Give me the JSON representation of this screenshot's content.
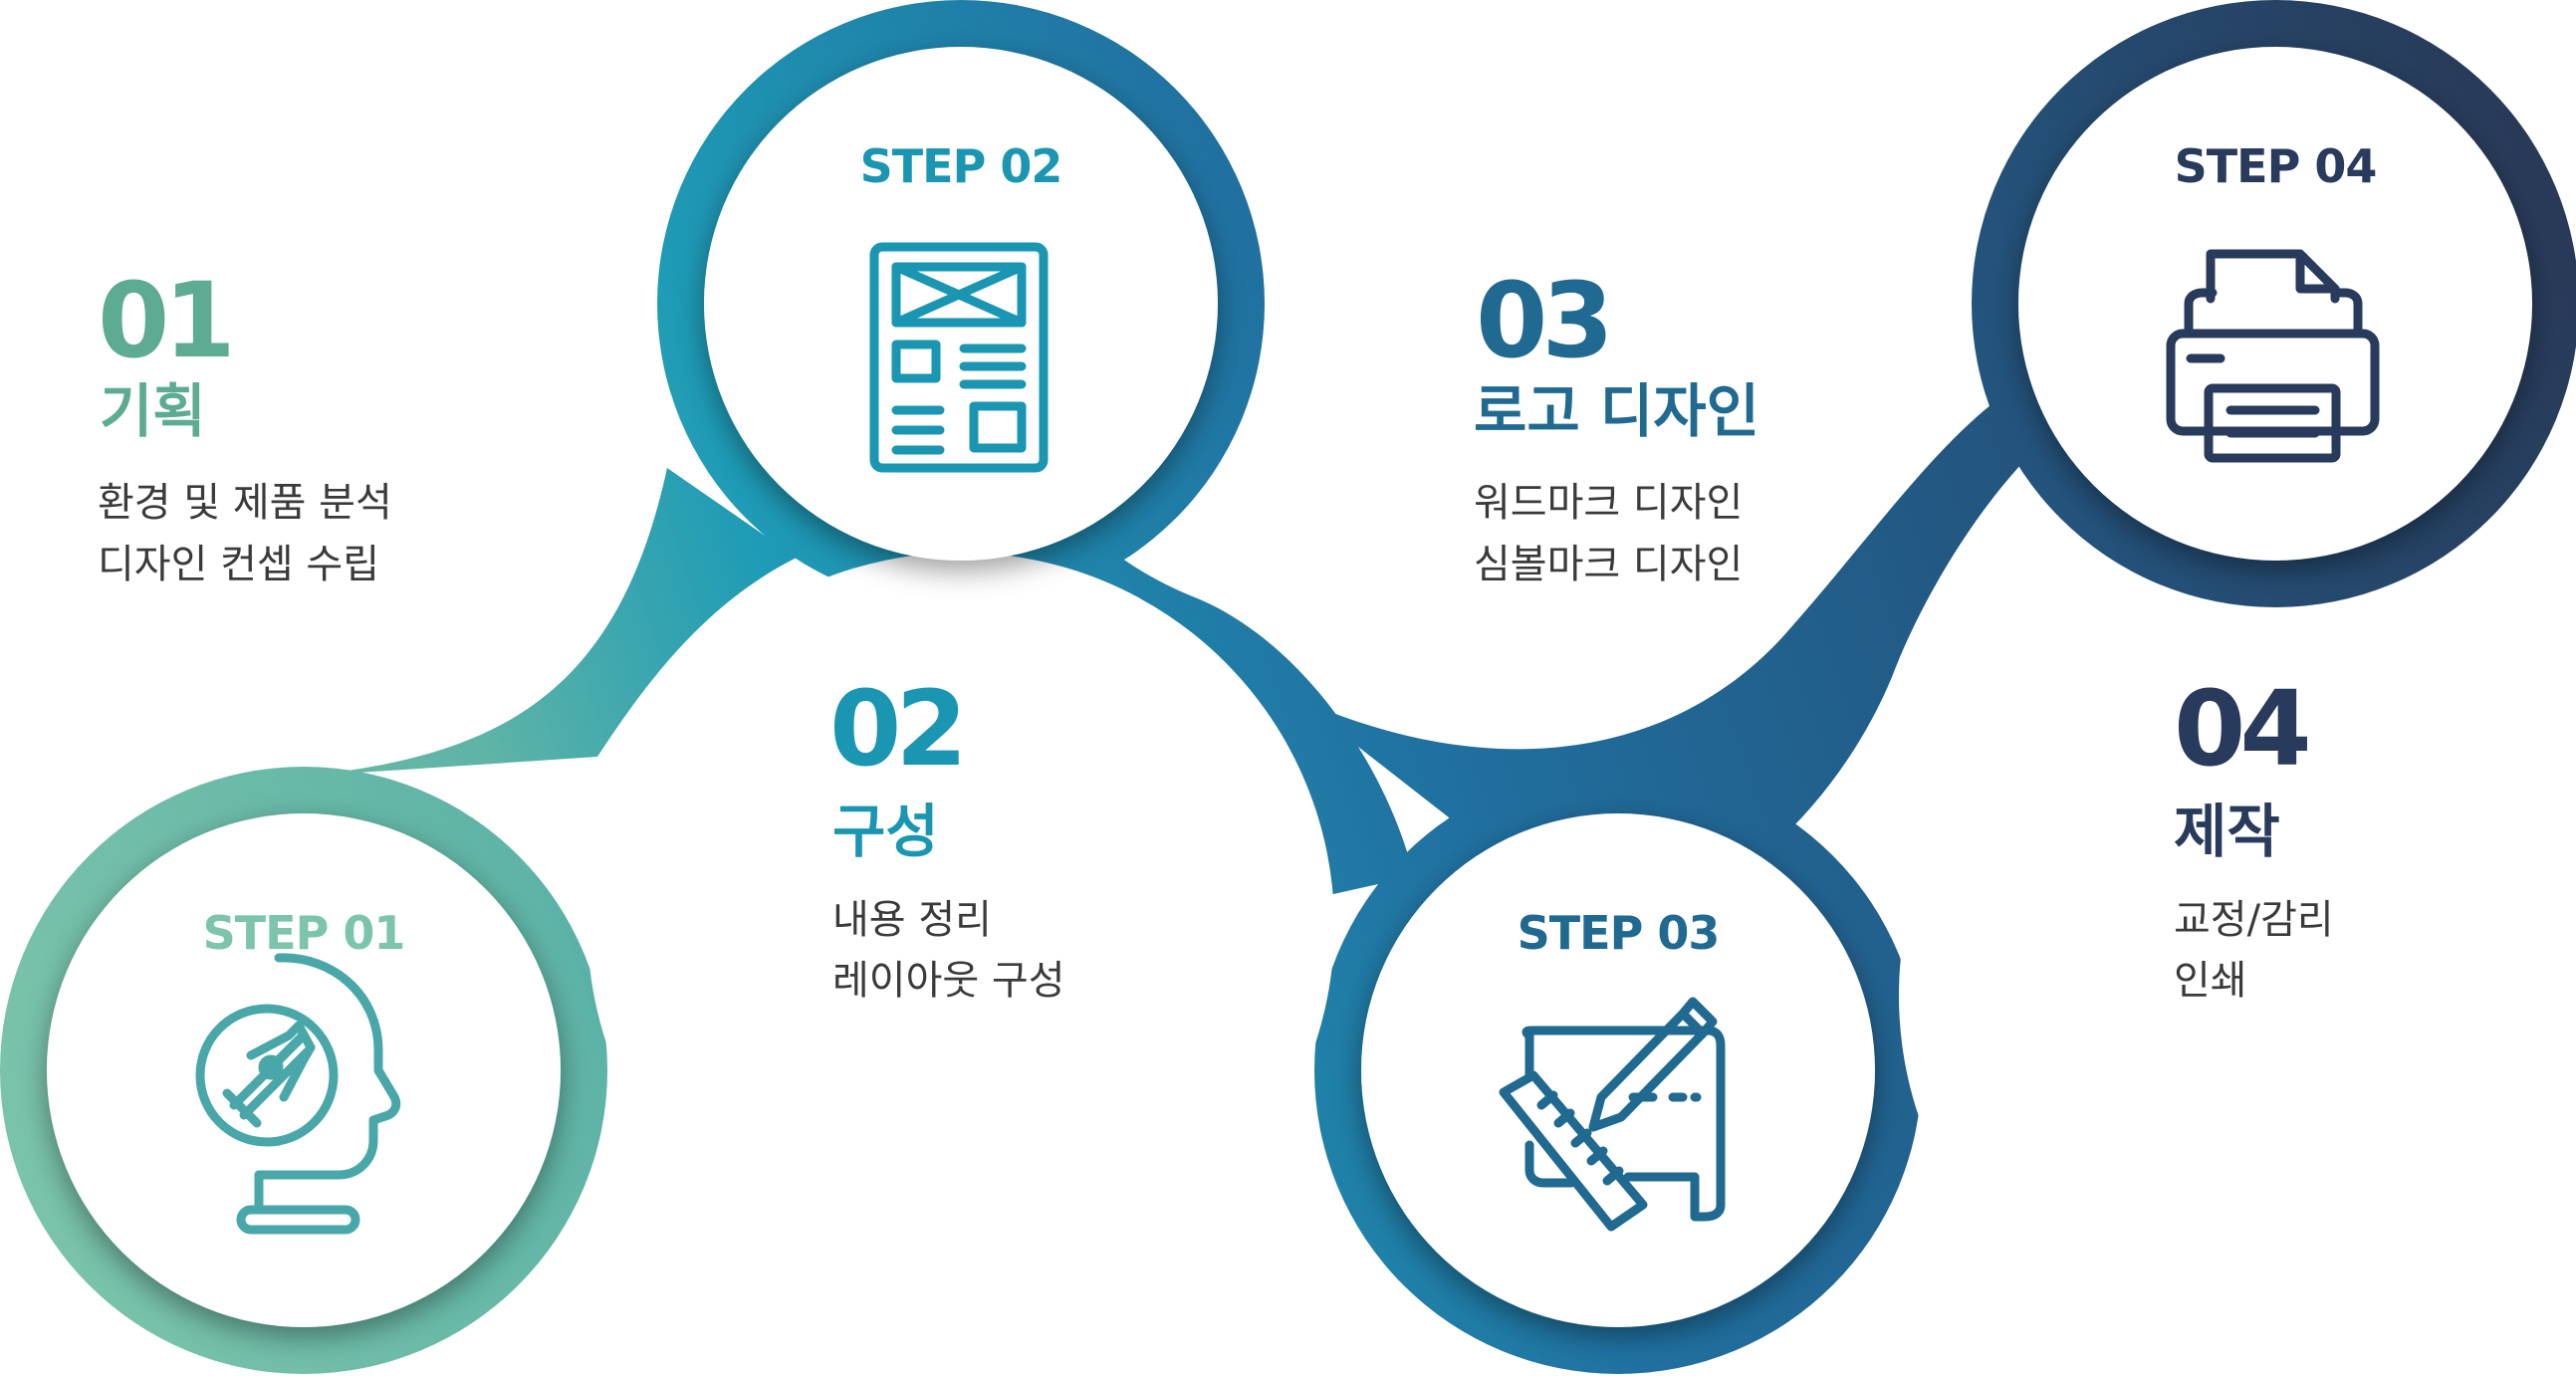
{
  "colors": {
    "step1": "#5eab94",
    "step2": "#1a96b2",
    "step3": "#206a91",
    "step4": "#283b5c",
    "icon1": "#4aa7a9",
    "body_text": "#3a3a3a"
  },
  "steps": [
    {
      "step_label": "STEP 01",
      "number": "01",
      "title": "기획",
      "desc": [
        "환경 및 제품 분석",
        "디자인 컨셉 수립"
      ],
      "icon": "head-pen-nib-icon"
    },
    {
      "step_label": "STEP 02",
      "number": "02",
      "title": "구성",
      "desc": [
        "내용 정리",
        "레이아웃 구성"
      ],
      "icon": "layout-wireframe-icon"
    },
    {
      "step_label": "STEP 03",
      "number": "03",
      "title": "로고 디자인",
      "desc": [
        "워드마크 디자인",
        "심볼마크 디자인"
      ],
      "icon": "drawing-tablet-ruler-pencil-icon"
    },
    {
      "step_label": "STEP 04",
      "number": "04",
      "title": "제작",
      "desc": [
        "교정/감리",
        "인쇄"
      ],
      "icon": "printer-icon"
    }
  ]
}
